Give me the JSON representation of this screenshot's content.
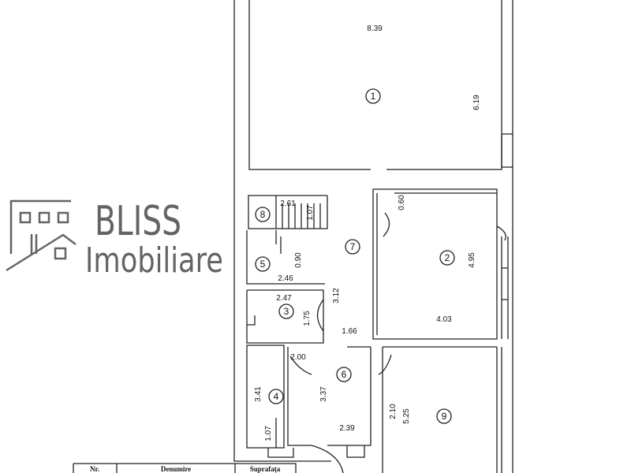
{
  "logo": {
    "line1": "BLISS",
    "line2": "Imobiliare",
    "color": "#4a4a4a"
  },
  "rooms": [
    {
      "number": "1"
    },
    {
      "number": "2"
    },
    {
      "number": "3"
    },
    {
      "number": "4"
    },
    {
      "number": "5"
    },
    {
      "number": "6"
    },
    {
      "number": "7"
    },
    {
      "number": "8"
    },
    {
      "number": "9"
    }
  ],
  "dimensions": {
    "r1_width": "8.39",
    "r1_depth": "6.19",
    "r8_width": "2.61",
    "r8_depth": "1.07",
    "r2_door": "0.60",
    "r2_depth": "4.95",
    "r2_width": "4.03",
    "r5_depth": "0.90",
    "r5_width": "2.46",
    "r3_width": "2.47",
    "r3_depth": "1.75",
    "r7_depth": "3.12",
    "r7_width": "1.66",
    "r4_width": "2.00",
    "r4_depth": "3.41",
    "r4_notch": "1.07",
    "r6_depth": "3.37",
    "r6_notch": "2.10",
    "r6_width": "2.39",
    "r9_depth": "5.25"
  },
  "table": {
    "headers": [
      "Nr.",
      "Denumire",
      "Suprafața"
    ]
  }
}
